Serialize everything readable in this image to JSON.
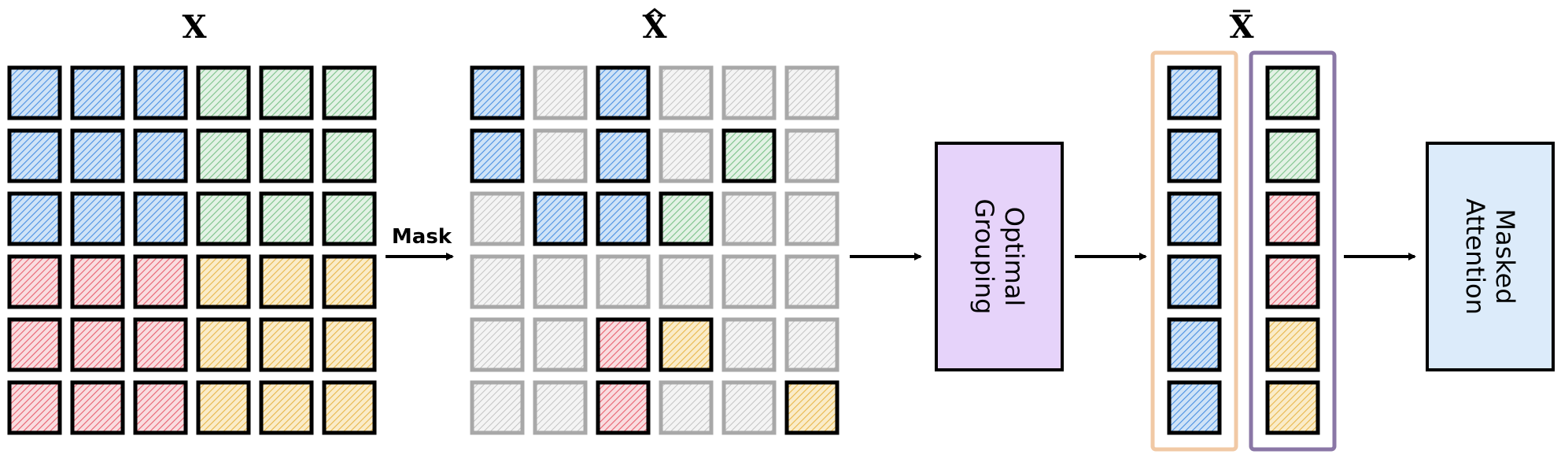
{
  "labels": {
    "x": "X",
    "x_hat": "X",
    "x_bar": "X",
    "mask": "Mask"
  },
  "boxes": {
    "grouping": {
      "line1": "Optimal",
      "line2": "Grouping",
      "fill": "#e6d3fa"
    },
    "attention": {
      "line1": "Masked",
      "line2": "Attention",
      "fill": "#dcebfa"
    }
  },
  "colors": {
    "blue": "#4a90e2",
    "green": "#7cc28a",
    "red": "#e8606e",
    "yellow": "#e8b64a",
    "gray": "#a8a8a8",
    "group_border_1": "#f1c9a5",
    "group_border_2": "#8a77a6"
  },
  "grid_x": [
    [
      "blue",
      "blue",
      "blue",
      "green",
      "green",
      "green"
    ],
    [
      "blue",
      "blue",
      "blue",
      "green",
      "green",
      "green"
    ],
    [
      "blue",
      "blue",
      "blue",
      "green",
      "green",
      "green"
    ],
    [
      "red",
      "red",
      "red",
      "yellow",
      "yellow",
      "yellow"
    ],
    [
      "red",
      "red",
      "red",
      "yellow",
      "yellow",
      "yellow"
    ],
    [
      "red",
      "red",
      "red",
      "yellow",
      "yellow",
      "yellow"
    ]
  ],
  "grid_x_hat": [
    [
      "blue",
      "gray",
      "blue",
      "gray",
      "gray",
      "gray"
    ],
    [
      "blue",
      "gray",
      "blue",
      "gray",
      "green",
      "gray"
    ],
    [
      "gray",
      "blue",
      "blue",
      "green",
      "gray",
      "gray"
    ],
    [
      "gray",
      "gray",
      "gray",
      "gray",
      "gray",
      "gray"
    ],
    [
      "gray",
      "gray",
      "red",
      "yellow",
      "gray",
      "gray"
    ],
    [
      "gray",
      "gray",
      "red",
      "gray",
      "gray",
      "yellow"
    ]
  ],
  "column_1": [
    "blue",
    "blue",
    "blue",
    "blue",
    "blue",
    "blue"
  ],
  "column_2": [
    "green",
    "green",
    "red",
    "red",
    "yellow",
    "yellow"
  ]
}
